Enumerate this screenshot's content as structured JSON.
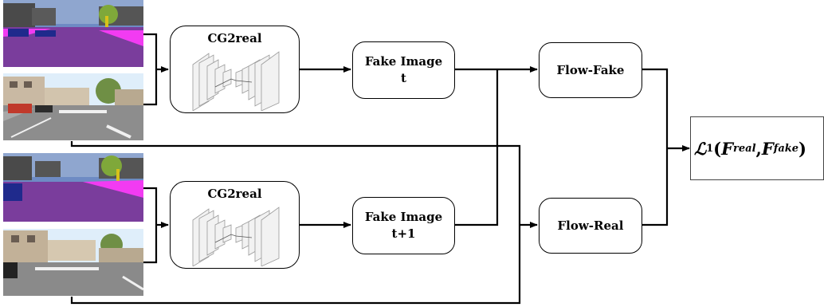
{
  "inputs": [
    {
      "name": "segmentation-map-t",
      "description": "synthetic segmentation frame"
    },
    {
      "name": "cg-frame-t"
    },
    {
      "name": "segmentation-map-t1"
    },
    {
      "name": "cg-frame-t1"
    }
  ],
  "generators": [
    {
      "label": "CG2real"
    },
    {
      "label": "CG2real"
    }
  ],
  "fake_images": [
    {
      "line1": "Fake Image",
      "line2": "t"
    },
    {
      "line1": "Fake Image",
      "line2": "t+1"
    }
  ],
  "flows": [
    {
      "label": "Flow-Fake"
    },
    {
      "label": "Flow-Real"
    }
  ],
  "loss": {
    "symbol": "ℒ",
    "index": "1",
    "open": "(",
    "arg1": "F",
    "arg1_sub": "real",
    "separator": ",",
    "arg2": "F",
    "arg2_sub": "fake",
    "close": ")"
  },
  "colors": {
    "stroke": "#000000",
    "segmentation_road": "#7a3d9c",
    "segmentation_sidewalk": "#f23bf2",
    "sky": "#e8f2fb"
  }
}
